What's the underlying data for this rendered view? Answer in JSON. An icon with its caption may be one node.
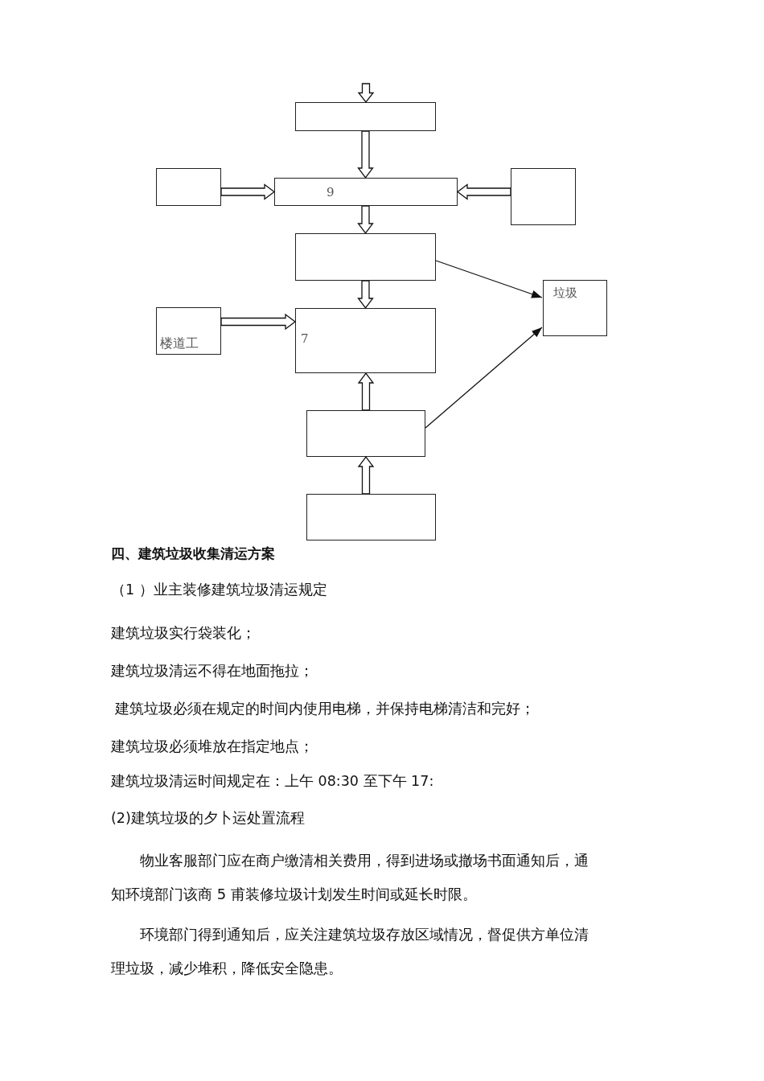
{
  "diagram": {
    "nodes": [
      {
        "text": [],
        "shape": "box"
      },
      {
        "text": [],
        "shape": "box"
      },
      {
        "text": [
          "9"
        ]
      },
      {
        "text": [],
        "shape": "box"
      },
      {
        "text": [],
        "shape": "box"
      },
      {
        "text": [
          "垃圾"
        ]
      },
      {
        "text": [
          "楼道工"
        ]
      },
      {
        "text": [
          "7"
        ]
      },
      {
        "text": [],
        "shape": "box"
      },
      {
        "text": [],
        "shape": "box"
      }
    ],
    "edges": [
      {
        "from": null,
        "to": 0,
        "arrow": "to"
      },
      {
        "from": 0,
        "to": 2,
        "arrow": "to"
      },
      {
        "from": 1,
        "to": 2,
        "arrow": "to"
      },
      {
        "from": 3,
        "to": 2,
        "arrow": "to"
      },
      {
        "from": 2,
        "to": 4,
        "arrow": "to"
      },
      {
        "from": 4,
        "to": 5,
        "arrow": "to"
      },
      {
        "from": 4,
        "to": 7,
        "arrow": "to"
      },
      {
        "from": 6,
        "to": 7,
        "arrow": "to"
      },
      {
        "from": 8,
        "to": 7,
        "arrow": "to"
      },
      {
        "from": 8,
        "to": 5,
        "arrow": "to"
      },
      {
        "from": 9,
        "to": 8,
        "arrow": "to"
      }
    ],
    "labels": [
      "四、建筑垃圾收集清运方案",
      "（1 ）业主装修建筑垃圾清运规定",
      "建筑垃圾实行袋装化；",
      "建筑垃圾清运不得在地面拖拉；",
      "建筑垃圾必须在规定的时间内使用电梯，并保持电梯清洁和完好；",
      "建筑垃圾必须堆放在指定地点；",
      "建筑垃圾清运时间规定在：上午 08:30 至下午 17:",
      "(2)建筑垃圾的夕卜运处置流程",
      "物业客服部门应在商户缴清相关费用，得到进场或撤场书面通知后，通知环境部门该商 5 甫装修垃圾计划发生时间或延长时限。",
      "环境部门得到通知后，应关注建筑垃圾存放区域情况，督促供方单位清理垃圾，减少堆积，降低安全隐患。"
    ]
  }
}
